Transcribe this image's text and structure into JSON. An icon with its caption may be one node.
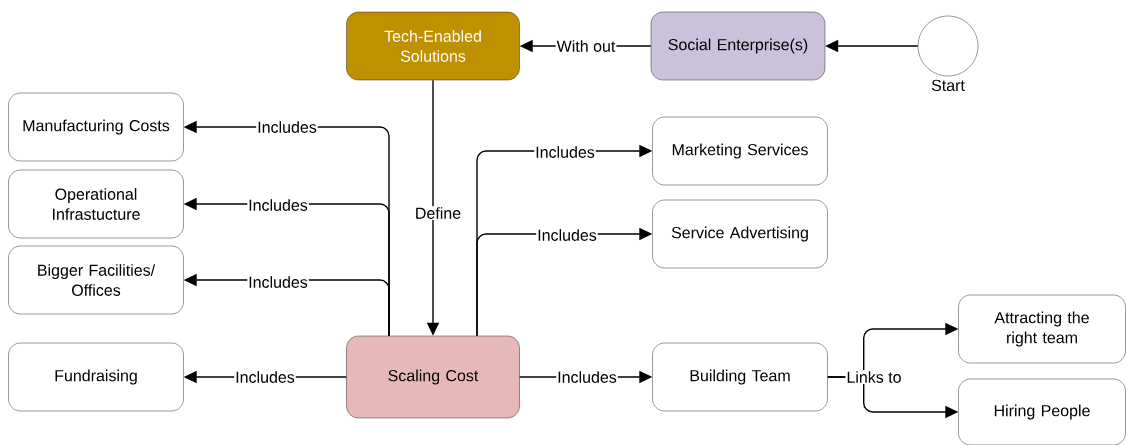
{
  "diagram": {
    "nodes": [
      {
        "text": [
          "Tech-Enabled Solutions"
        ]
      },
      {
        "text": [
          "Social Enterprise(s)"
        ]
      },
      {
        "text": [],
        "shape": "circle",
        "beside": [
          "Start"
        ]
      },
      {
        "text": [
          "Manufacturing Costs"
        ]
      },
      {
        "text": [
          "Operational Infrastucture"
        ]
      },
      {
        "text": [
          "Bigger Facilities/ Offices"
        ]
      },
      {
        "text": [
          "Fundraising"
        ]
      },
      {
        "text": [
          "Scaling Cost"
        ]
      },
      {
        "text": [
          "Marketing Services"
        ]
      },
      {
        "text": [
          "Service Advertising"
        ]
      },
      {
        "text": [
          "Building Team"
        ]
      },
      {
        "text": [
          "Attracting the right team"
        ]
      },
      {
        "text": [
          "Hiring People"
        ]
      }
    ],
    "edges": [
      {
        "from": 2,
        "to": 1,
        "arrow": "to"
      },
      {
        "from": 1,
        "to": 0,
        "arrow": "to",
        "label": "With out"
      },
      {
        "from": 0,
        "to": 7,
        "arrow": "to",
        "label": "Define"
      },
      {
        "from": 7,
        "to": 3,
        "arrow": "to",
        "label": "Includes"
      },
      {
        "from": 7,
        "to": 4,
        "arrow": "to",
        "label": "Includes"
      },
      {
        "from": 7,
        "to": 5,
        "arrow": "to",
        "label": "Includes"
      },
      {
        "from": 7,
        "to": 6,
        "arrow": "to",
        "label": "Includes"
      },
      {
        "from": 7,
        "to": 8,
        "arrow": "to",
        "label": "Includes"
      },
      {
        "from": 7,
        "to": 9,
        "arrow": "to",
        "label": "Includes"
      },
      {
        "from": 7,
        "to": 10,
        "arrow": "to",
        "label": "Includes"
      },
      {
        "from": 10,
        "to": 11,
        "arrow": "to",
        "label": "Links to"
      },
      {
        "from": 10,
        "to": 12,
        "arrow": "to"
      }
    ]
  }
}
